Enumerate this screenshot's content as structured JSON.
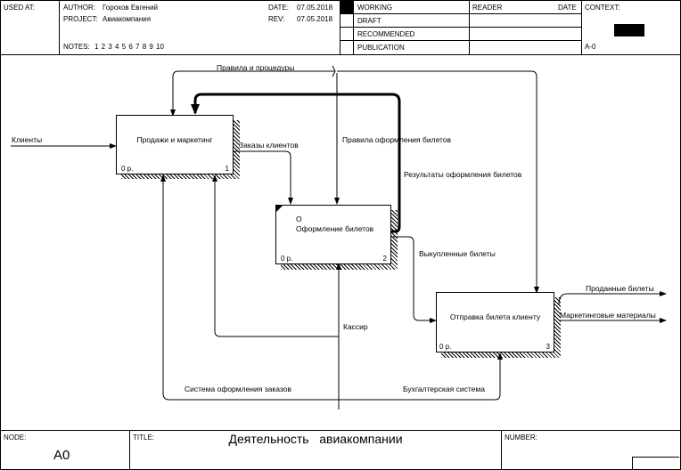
{
  "header": {
    "used_at_label": "USED AT:",
    "author_label": "AUTHOR:",
    "author": "Горохов Евгений",
    "project_label": "PROJECT:",
    "project": "Авиакомпания",
    "date_label": "DATE:",
    "date": "07.05.2018",
    "rev_label": "REV:",
    "rev": "07.05.2018",
    "notes_label": "NOTES:",
    "notes_numbers": "1 2 3 4 5 6 7 8 9 10",
    "status": [
      "WORKING",
      "DRAFT",
      "RECOMMENDED",
      "PUBLICATION"
    ],
    "reader_label": "READER",
    "reader_date_label": "DATE",
    "context_label": "CONTEXT:",
    "context_node": "A-0"
  },
  "boxes": [
    {
      "title": "Продажи и маркетинг",
      "cost": "0 р.",
      "number": "1"
    },
    {
      "title_line1": "О",
      "title_line2": "Оформление билетов",
      "cost": "0 р.",
      "number": "2"
    },
    {
      "title": "Отправка билета клиенту",
      "cost": "0 р.",
      "number": "3"
    }
  ],
  "arrows": {
    "clients": "Клиенты",
    "rules": "Правила и процедуры",
    "orders": "Заказы клиентов",
    "ticket_rules": "Правила оформления билетов",
    "results": "Результаты оформления билетов",
    "bought": "Выкупленные билеты",
    "cashier": "Кассир",
    "sold": "Проданные билеты",
    "marketing": "Маркетинговые материалы",
    "order_system": "Система оформления заказов",
    "accounting": "Бухгалтерская система"
  },
  "footer": {
    "node_label": "NODE:",
    "node": "A0",
    "title_label": "TITLE:",
    "title": "Деятельность   авиакомпании",
    "number_label": "NUMBER:"
  }
}
